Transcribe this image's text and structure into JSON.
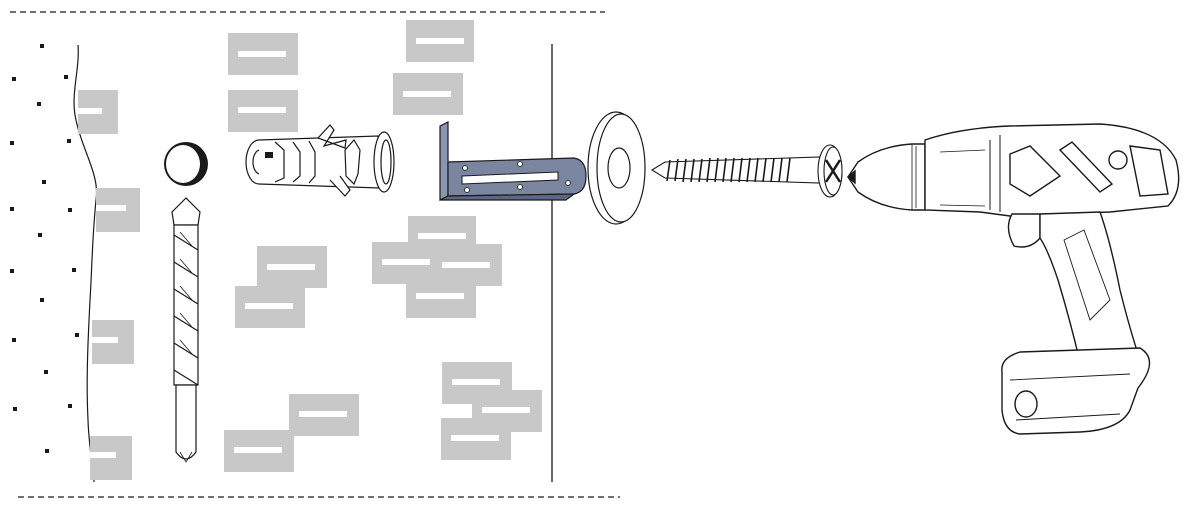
{
  "figure": {
    "parts": [
      {
        "id": "wall-surface",
        "icon": "masonry-wall-icon"
      },
      {
        "id": "drill-hole",
        "icon": "hole-icon"
      },
      {
        "id": "masonry-drill-bit",
        "icon": "drill-bit-icon"
      },
      {
        "id": "wall-anchor",
        "icon": "expansion-anchor-icon"
      },
      {
        "id": "l-bracket",
        "icon": "bracket-icon"
      },
      {
        "id": "washer",
        "icon": "washer-icon"
      },
      {
        "id": "screw",
        "icon": "phillips-screw-icon"
      },
      {
        "id": "power-drill",
        "icon": "cordless-drill-icon"
      }
    ],
    "callouts": [
      {
        "id": "callout-1",
        "text": ""
      },
      {
        "id": "callout-2",
        "text": ""
      },
      {
        "id": "callout-3",
        "text": ""
      },
      {
        "id": "callout-4",
        "text": ""
      },
      {
        "id": "callout-5",
        "text": ""
      },
      {
        "id": "callout-6",
        "text": ""
      },
      {
        "id": "callout-7",
        "text": ""
      },
      {
        "id": "callout-8",
        "text": ""
      },
      {
        "id": "callout-9",
        "text": ""
      },
      {
        "id": "callout-10",
        "text": ""
      },
      {
        "id": "callout-11",
        "text": ""
      },
      {
        "id": "callout-12",
        "text": ""
      },
      {
        "id": "callout-13",
        "text": ""
      },
      {
        "id": "callout-14",
        "text": ""
      },
      {
        "id": "callout-15",
        "text": ""
      },
      {
        "id": "callout-16",
        "text": ""
      },
      {
        "id": "callout-17",
        "text": ""
      },
      {
        "id": "callout-18",
        "text": ""
      },
      {
        "id": "callout-19",
        "text": ""
      },
      {
        "id": "callout-20",
        "text": ""
      }
    ],
    "colors": {
      "line": "#1a1a1a",
      "callout_box": "#c8c8c8",
      "callout_bar": "#ffffff",
      "bracket": "#7a86a0",
      "drill_bit": "#e8e8e8"
    }
  }
}
